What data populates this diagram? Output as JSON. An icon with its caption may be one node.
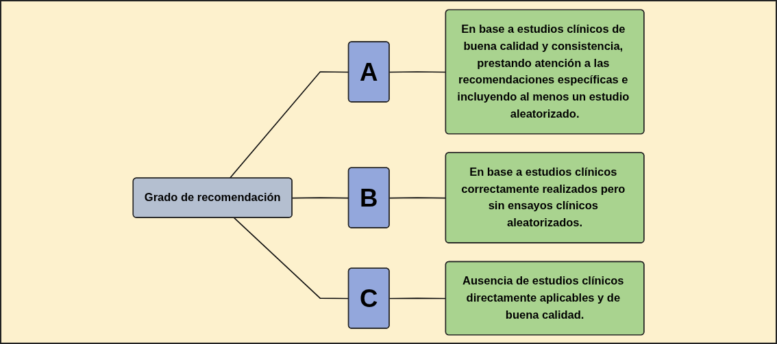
{
  "diagram": {
    "nodes": [
      {
        "text": [
          "Grado de recomendación"
        ]
      },
      {
        "text": [
          "A"
        ]
      },
      {
        "text": [
          "En base a estudios clínicos de buena calidad y consistencia, prestando atención a las recomendaciones específicas e incluyendo al menos un estudio aleatorizado."
        ]
      },
      {
        "text": [
          "B"
        ]
      },
      {
        "text": [
          "En base a estudios clínicos correctamente realizados pero sin ensayos clínicos aleatorizados."
        ]
      },
      {
        "text": [
          "C"
        ]
      },
      {
        "text": [
          "Ausencia de estudios clínicos directamente aplicables y de buena calidad."
        ]
      }
    ],
    "edges": [
      {
        "from": 0,
        "to": 1,
        "arrow": "none"
      },
      {
        "from": 0,
        "to": 3,
        "arrow": "none"
      },
      {
        "from": 0,
        "to": 5,
        "arrow": "none"
      },
      {
        "from": 1,
        "to": 2,
        "arrow": "none"
      },
      {
        "from": 3,
        "to": 4,
        "arrow": "none"
      },
      {
        "from": 5,
        "to": 6,
        "arrow": "none"
      }
    ]
  }
}
